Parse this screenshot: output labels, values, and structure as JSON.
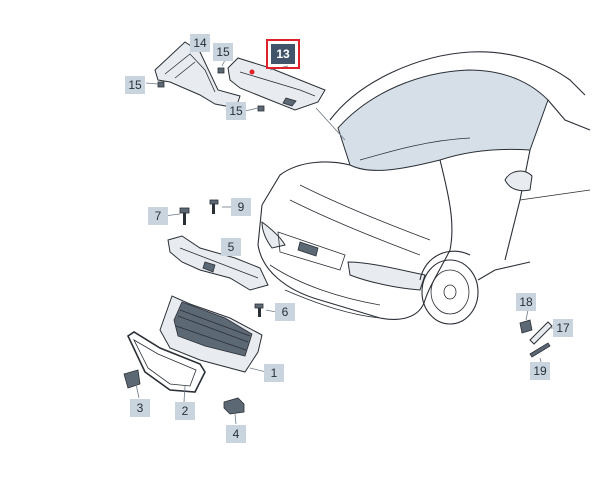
{
  "diagram": {
    "highlighted_part": "13",
    "callouts": [
      {
        "id": "c14",
        "label": "14"
      },
      {
        "id": "c15a",
        "label": "15"
      },
      {
        "id": "c15b",
        "label": "15"
      },
      {
        "id": "c15c",
        "label": "15"
      },
      {
        "id": "c13",
        "label": "13"
      },
      {
        "id": "c7",
        "label": "7"
      },
      {
        "id": "c9",
        "label": "9"
      },
      {
        "id": "c5",
        "label": "5"
      },
      {
        "id": "c6",
        "label": "6"
      },
      {
        "id": "c1",
        "label": "1"
      },
      {
        "id": "c3",
        "label": "3"
      },
      {
        "id": "c2",
        "label": "2"
      },
      {
        "id": "c4",
        "label": "4"
      },
      {
        "id": "c18",
        "label": "18"
      },
      {
        "id": "c17",
        "label": "17"
      },
      {
        "id": "c19",
        "label": "19"
      }
    ],
    "colors": {
      "callout_bg": "#c9d4de",
      "callout_text": "#24303c",
      "highlight_bg": "#41546a",
      "highlight_border": "#e0202a"
    }
  }
}
